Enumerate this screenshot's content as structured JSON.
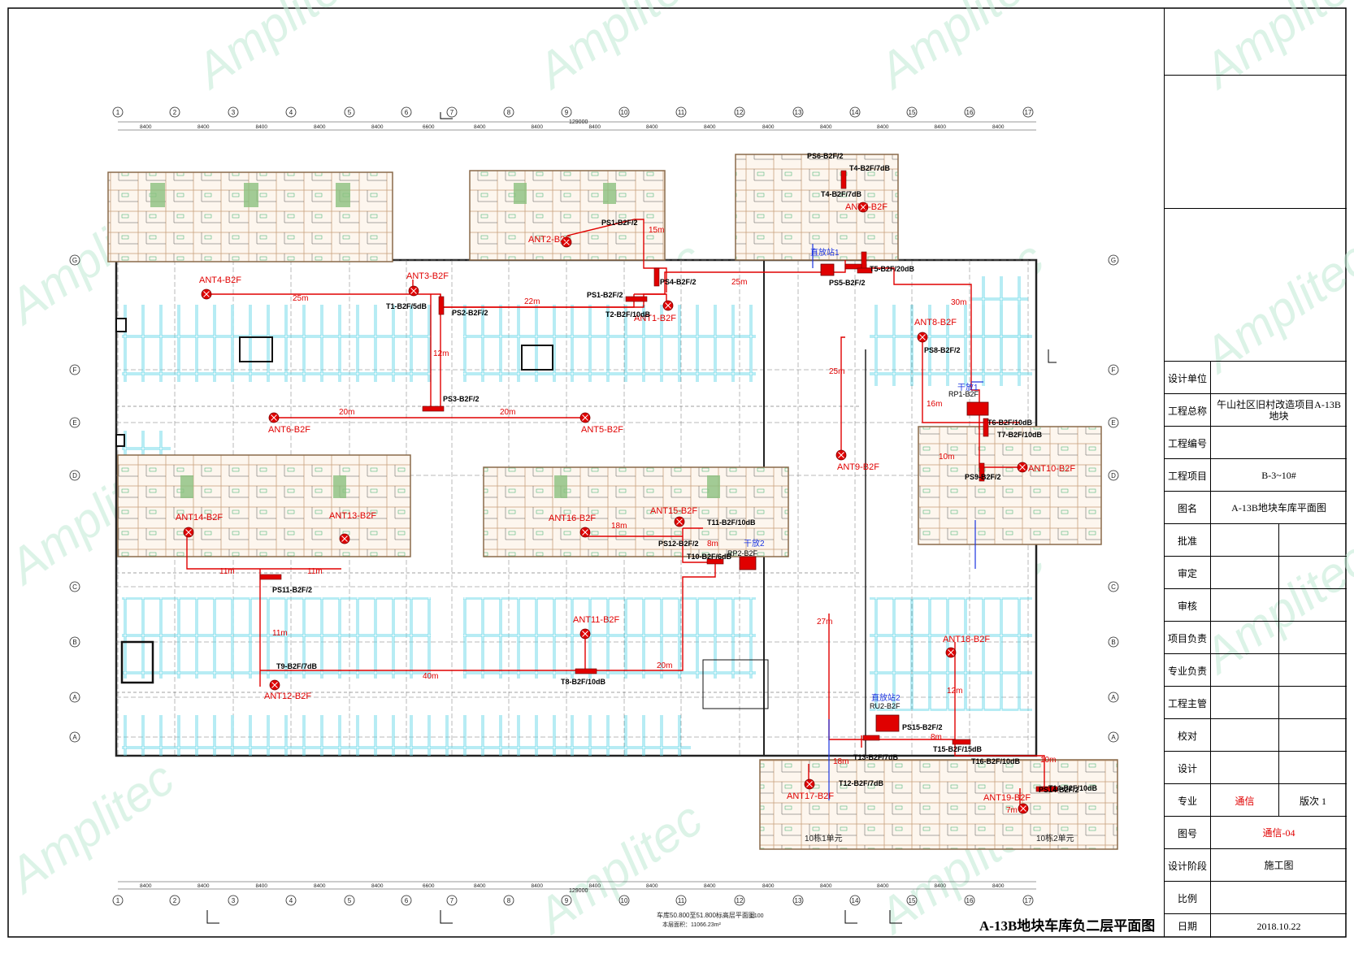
{
  "watermark": "Amplitec",
  "drawing_title": "A-13B地块车库负二层平面图",
  "plan_caption": "车库50.800至51.800标高层平面图",
  "plan_scale": "1:100",
  "plan_note": "本层面积：11066.23m²",
  "total_length": "129000",
  "axis_numbers_top": [
    "1",
    "2",
    "3",
    "4",
    "5",
    "6",
    "7",
    "8",
    "9",
    "10",
    "11",
    "12",
    "13",
    "14",
    "15",
    "16",
    "17"
  ],
  "axis_letters_left": [
    "G",
    "F",
    "E",
    "D",
    "C",
    "B",
    "A"
  ],
  "dims_top": [
    "8400",
    "8400",
    "8400",
    "8400",
    "8400",
    "6600",
    "8400",
    "8400",
    "8400",
    "8400",
    "8400",
    "8400",
    "8400",
    "8400",
    "8400",
    "8400"
  ],
  "building_labels": [
    "10栋1单元",
    "10栋2单元"
  ],
  "distance_labels": [
    "25m",
    "22m",
    "25m",
    "15m",
    "12m",
    "20m",
    "20m",
    "30m",
    "25m",
    "16m",
    "10m",
    "18m",
    "8m",
    "11m",
    "11m",
    "11m",
    "40m",
    "20m",
    "27m",
    "12m",
    "8m",
    "18m",
    "10m",
    "7m"
  ],
  "antennas": [
    {
      "id": "ANT1-B2F"
    },
    {
      "id": "ANT2-B2F"
    },
    {
      "id": "ANT3-B2F"
    },
    {
      "id": "ANT4-B2F"
    },
    {
      "id": "ANT5-B2F"
    },
    {
      "id": "ANT6-B2F"
    },
    {
      "id": "ANT7-B2F"
    },
    {
      "id": "ANT8-B2F"
    },
    {
      "id": "ANT9-B2F"
    },
    {
      "id": "ANT10-B2F"
    },
    {
      "id": "ANT11-B2F"
    },
    {
      "id": "ANT12-B2F"
    },
    {
      "id": "ANT13-B2F"
    },
    {
      "id": "ANT14-B2F"
    },
    {
      "id": "ANT15-B2F"
    },
    {
      "id": "ANT16-B2F"
    },
    {
      "id": "ANT17-B2F"
    },
    {
      "id": "ANT18-B2F"
    },
    {
      "id": "ANT19-B2F"
    }
  ],
  "splitters": [
    "PS1-B2F/2",
    "PS1-B2F/2",
    "PS2-B2F/2",
    "PS3-B2F/2",
    "PS4-B2F/2",
    "PS5-B2F/2",
    "PS6-B2F/2",
    "PS8-B2F/2",
    "PS9-B2F/2",
    "PS11-B2F/2",
    "PS12-B2F/2",
    "PS14-B2F/2",
    "PS15-B2F/2"
  ],
  "couplers": [
    "T1-B2F/5dB",
    "T2-B2F/10dB",
    "T4-B2F/7dB",
    "T4-B2F/7dB",
    "T5-B2F/20dB",
    "T6-B2F/10dB",
    "T7-B2F/10dB",
    "T8-B2F/10dB",
    "T9-B2F/7dB",
    "T10-B2F/6dB",
    "T11-B2F/10dB",
    "T12-B2F/7dB",
    "T13-B2F/7dB",
    "T14-B2F/10dB",
    "T15-B2F/15dB",
    "T16-B2F/10dB"
  ],
  "remote_units": [
    "RP1-B2F",
    "RP2-B2F",
    "RU2-B2F"
  ],
  "feed_labels": [
    "直放站1",
    "干放1",
    "干放2",
    "直放站2"
  ],
  "title_block": {
    "design_unit_label": "设计单位",
    "design_unit_value": "",
    "project_general_label": "工程总称",
    "project_general_value": "午山社区旧村改造项目A-13B地块",
    "project_number_label": "工程编号",
    "project_number_value": "",
    "project_item_label": "工程项目",
    "project_item_value": "B-3~10#",
    "drawing_name_label": "图名",
    "drawing_name_value": "A-13B地块车库平面图",
    "approve_label": "批准",
    "review_label": "审定",
    "audit_label": "审核",
    "project_lead_label": "项目负责",
    "discipline_lead_label": "专业负责",
    "chief_label": "工程主管",
    "check_label": "校对",
    "design_label": "设计",
    "discipline_label": "专业",
    "discipline_value": "通信",
    "version_value": "版次 1",
    "drawing_no_label": "图号",
    "drawing_no_value": "通信-04",
    "stage_label": "设计阶段",
    "stage_value": "施工图",
    "scale_label": "比例",
    "scale_value": "",
    "date_label": "日期",
    "date_value": "2018.10.22"
  }
}
